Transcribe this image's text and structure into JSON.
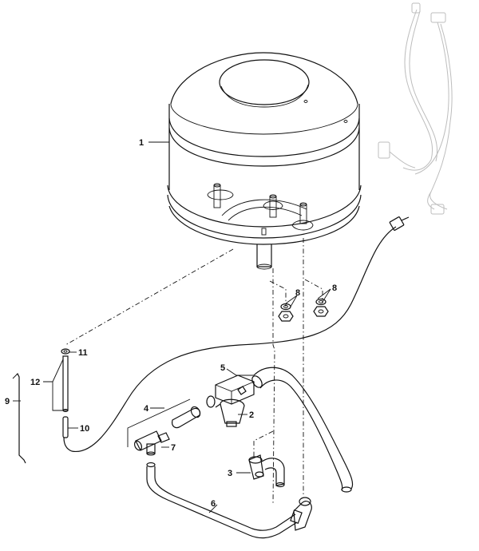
{
  "callouts": [
    {
      "id": "c1",
      "text": "1"
    },
    {
      "id": "c2",
      "text": "2"
    },
    {
      "id": "c3",
      "text": "3"
    },
    {
      "id": "c4",
      "text": "4"
    },
    {
      "id": "c5",
      "text": "5"
    },
    {
      "id": "c6",
      "text": "6"
    },
    {
      "id": "c7",
      "text": "7"
    },
    {
      "id": "c8a",
      "text": "8"
    },
    {
      "id": "c8b",
      "text": "8"
    },
    {
      "id": "c9",
      "text": "9"
    },
    {
      "id": "c10",
      "text": "10"
    },
    {
      "id": "c11",
      "text": "11"
    },
    {
      "id": "c12",
      "text": "12"
    }
  ]
}
